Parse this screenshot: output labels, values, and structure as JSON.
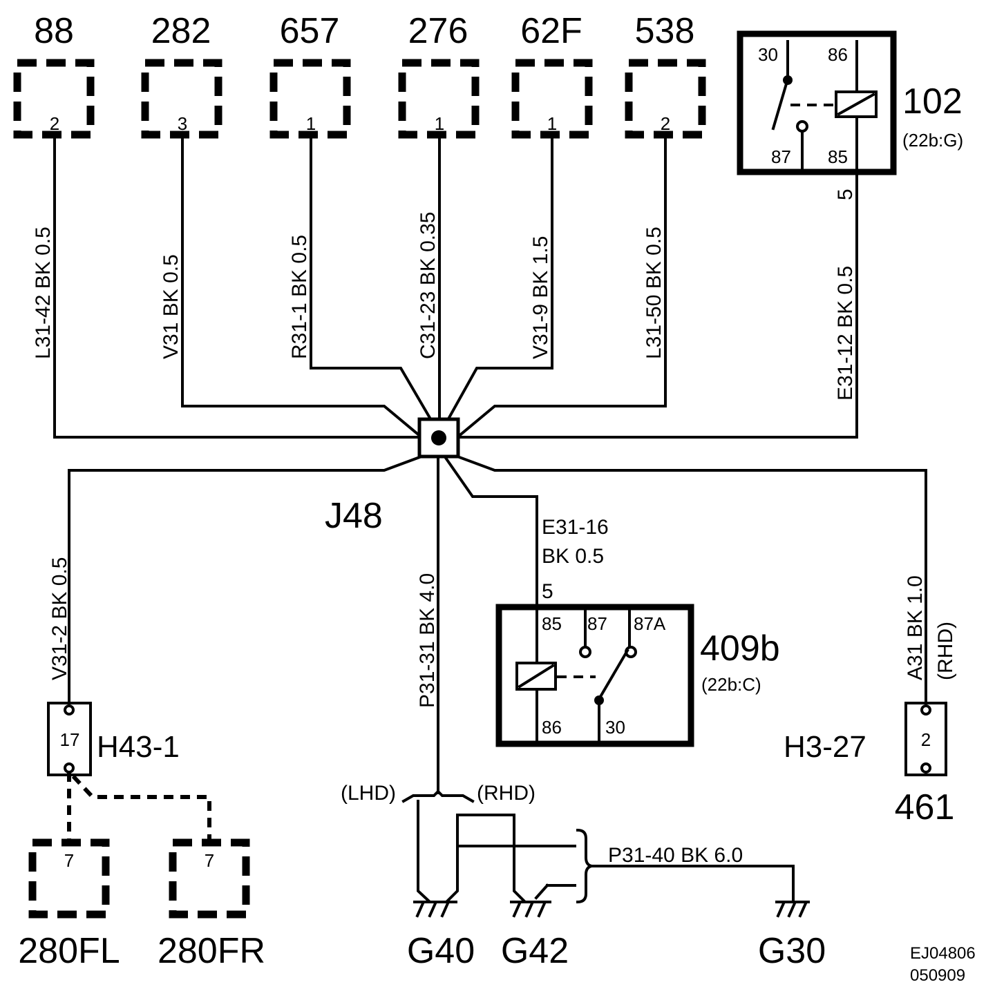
{
  "components": {
    "c88": {
      "id": "88",
      "pin": "2"
    },
    "c282": {
      "id": "282",
      "pin": "3"
    },
    "c657": {
      "id": "657",
      "pin": "1"
    },
    "c276": {
      "id": "276",
      "pin": "1"
    },
    "c62f": {
      "id": "62F",
      "pin": "1"
    },
    "c538": {
      "id": "538",
      "pin": "2"
    },
    "c280fl": {
      "id": "280FL",
      "pin": "7"
    },
    "c280fr": {
      "id": "280FR",
      "pin": "7"
    }
  },
  "relay102": {
    "id": "102",
    "ref": "(22b:G)",
    "pin30": "30",
    "pin86": "86",
    "pin87": "87",
    "pin85": "85",
    "wirepin": "5"
  },
  "relay409b": {
    "id": "409b",
    "ref": "(22b:C)",
    "pin85": "85",
    "pin87": "87",
    "pin87a": "87A",
    "pin86": "86",
    "pin30": "30",
    "wirepin": "5"
  },
  "splice": {
    "id": "J48"
  },
  "wires": {
    "w88": "L31-42  BK  0.5",
    "w282": "V31  BK  0.5",
    "w657": "R31-1  BK  0.5",
    "w276": "C31-23  BK  0.35",
    "w62f": "V31-9  BK  1.5",
    "w538": "L31-50  BK  0.5",
    "w102": "E31-12  BK  0.5",
    "wh43": "V31-2  BK  0.5",
    "wground": "P31-31  BK  4.0",
    "w409_line1": "E31-16",
    "w409_line2": "BK   0.5",
    "wh3": "A31  BK  1.0",
    "wh3_note": "(RHD)",
    "wg30": "P31-40  BK  6.0"
  },
  "connectors": {
    "h43": {
      "id": "H43-1",
      "pin": "17"
    },
    "h3": {
      "id": "H3-27",
      "pin": "2",
      "dest": "461"
    }
  },
  "grounds": {
    "g40": "G40",
    "g42": "G42",
    "g30": "G30",
    "lhd": "(LHD)",
    "rhd": "(RHD)"
  },
  "footer": {
    "code": "EJ04806",
    "date": "050909"
  }
}
